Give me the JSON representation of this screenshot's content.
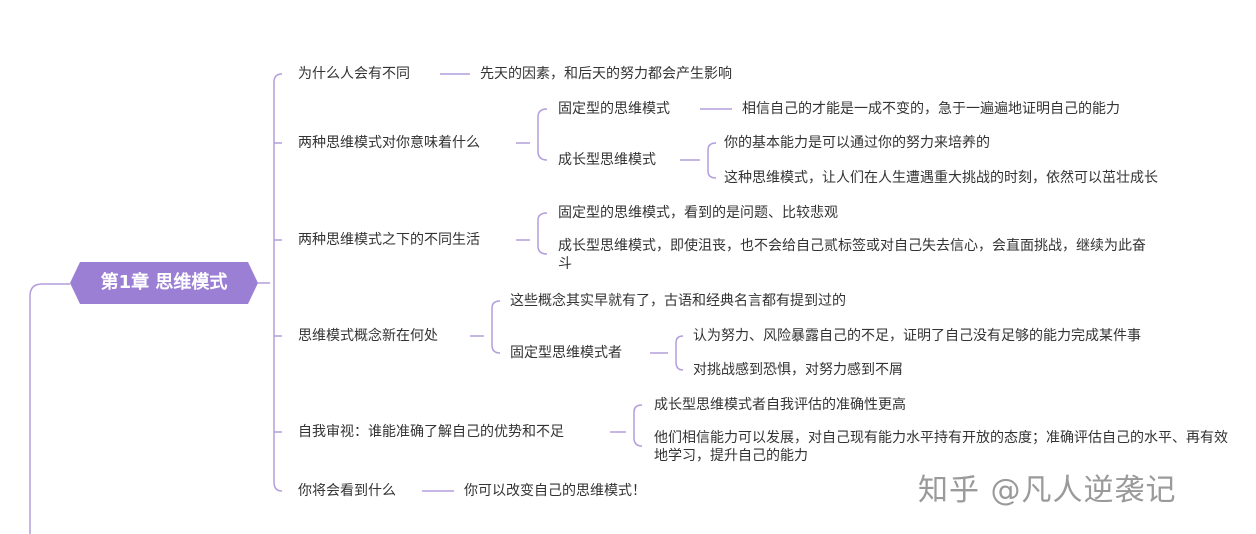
{
  "colors": {
    "branch": "#b39ddb",
    "root_fill": "#9b7fd4",
    "text": "#333333",
    "watermark": "#9a9a9a"
  },
  "root": {
    "label": "第1章 思维模式"
  },
  "branches": [
    {
      "label": "为什么人会有不同",
      "children": [
        {
          "label": "先天的因素，和后天的努力都会产生影响"
        }
      ]
    },
    {
      "label": "两种思维模式对你意味着什么",
      "children": [
        {
          "label": "固定型的思维模式",
          "children": [
            {
              "label": "相信自己的才能是一成不变的，急于一遍遍地证明自己的能力"
            }
          ]
        },
        {
          "label": "成长型思维模式",
          "children": [
            {
              "label": "你的基本能力是可以通过你的努力来培养的"
            },
            {
              "label": "这种思维模式，让人们在人生遭遇重大挑战的时刻，依然可以茁壮成长"
            }
          ]
        }
      ]
    },
    {
      "label": "两种思维模式之下的不同生活",
      "children": [
        {
          "label": "固定型的思维模式，看到的是问题、比较悲观"
        },
        {
          "label": "成长型思维模式，即使沮丧，也不会给自己贰标签或对自己失去信心，会直面挑战，继续为此奋斗"
        }
      ]
    },
    {
      "label": "思维模式概念新在何处",
      "children": [
        {
          "label": "这些概念其实早就有了，古语和经典名言都有提到过的"
        },
        {
          "label": "固定型思维模式者",
          "children": [
            {
              "label": "认为努力、风险暴露自己的不足，证明了自己没有足够的能力完成某件事"
            },
            {
              "label": "对挑战感到恐惧，对努力感到不屑"
            }
          ]
        }
      ]
    },
    {
      "label": "自我审视：谁能准确了解自己的优势和不足",
      "children": [
        {
          "label": "成长型思维模式者自我评估的准确性更高"
        },
        {
          "label": "他们相信能力可以发展，对自己现有能力水平持有开放的态度；准确评估自己的水平、再有效地学习，提升自己的能力"
        }
      ]
    },
    {
      "label": "你将会看到什么",
      "children": [
        {
          "label": "你可以改变自己的思维模式！"
        }
      ]
    }
  ],
  "watermark": "知乎 @凡人逆袭记"
}
